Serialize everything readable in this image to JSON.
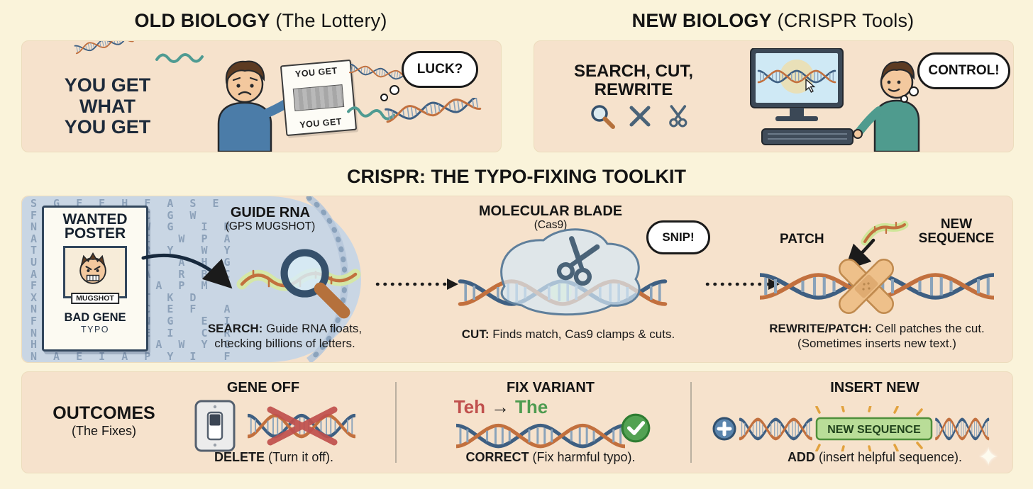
{
  "colors": {
    "background": "#faf3da",
    "panel": "#f6e2cc",
    "dna_blue": "#3e5f82",
    "dna_orange": "#c2703e",
    "membrane_blue": "#c9d6e4",
    "success_green": "#4e9b50",
    "error_red": "#c0504d",
    "highlight_green": "#b9dd98",
    "glow_yellow": "#f2e3a0"
  },
  "header": {
    "old_title_bold": "OLD BIOLOGY",
    "old_title_rest": " (The Lottery)",
    "new_title_bold": "NEW BIOLOGY",
    "new_title_rest": " (CRISPR Tools)"
  },
  "old_panel": {
    "slogan_line1": "YOU GET",
    "slogan_line2": "WHAT",
    "slogan_line3": "YOU GET",
    "paper_top": "YOU GET",
    "paper_bottom": "YOU GET",
    "thought": "LUCK?"
  },
  "new_panel": {
    "slogan_line1": "SEARCH, CUT,",
    "slogan_line2": "REWRITE",
    "thought": "CONTROL!"
  },
  "toolkit": {
    "title": "CRISPR: THE TYPO-FIXING TOOLKIT",
    "sequence_letters": "S G F E H F A S E\nF X Y A T C G W\nN E G T A W G  I R\nA F F S P I  W P A\nT Q E A W R Y  W Y\nU H I R P L  A H G\nA D E A I A  R B C\nF G G T A  A P M\nX A T F I T K D\nN G V A C C E F  A\nF T V I R N G  E I\nN A E F P E I  C R\nH C Y P I  A W Y G\nN A E I A P Y I  F",
    "poster": {
      "title_line1": "WANTED",
      "title_line2": "POSTER",
      "mugshot_label": "MUGSHOT",
      "caption": "BAD GENE",
      "subcaption": "TYPO"
    },
    "step1": {
      "title": "GUIDE RNA",
      "subtitle": "(GPS MUGSHOT)",
      "caption_bold": "SEARCH:",
      "caption_rest": " Guide RNA floats,",
      "caption_line2": "checking billions of letters."
    },
    "step2": {
      "title": "MOLECULAR BLADE",
      "subtitle": "(Cas9)",
      "bubble": "SNIP!",
      "caption_bold": "CUT:",
      "caption_rest": " Finds match, Cas9 clamps & cuts."
    },
    "step3": {
      "patch_label": "PATCH",
      "newseq_line1": "NEW",
      "newseq_line2": "SEQUENCE",
      "caption_bold": "REWRITE/PATCH:",
      "caption_rest": " Cell patches the cut.",
      "caption_line2": "(Sometimes inserts new text.)"
    }
  },
  "outcomes": {
    "title": "OUTCOMES",
    "subtitle": "(The Fixes)",
    "col1": {
      "header": "GENE OFF",
      "caption_bold": "DELETE",
      "caption_rest": " (Turn it off)."
    },
    "col2": {
      "header": "FIX VARIANT",
      "typo": "Teh",
      "arrow": "→",
      "fixed": "The",
      "caption_bold": "CORRECT",
      "caption_rest": " (Fix harmful typo)."
    },
    "col3": {
      "header": "INSERT NEW",
      "pill": "NEW SEQUENCE",
      "caption_bold": "ADD",
      "caption_rest": " (insert helpful sequence)."
    }
  }
}
